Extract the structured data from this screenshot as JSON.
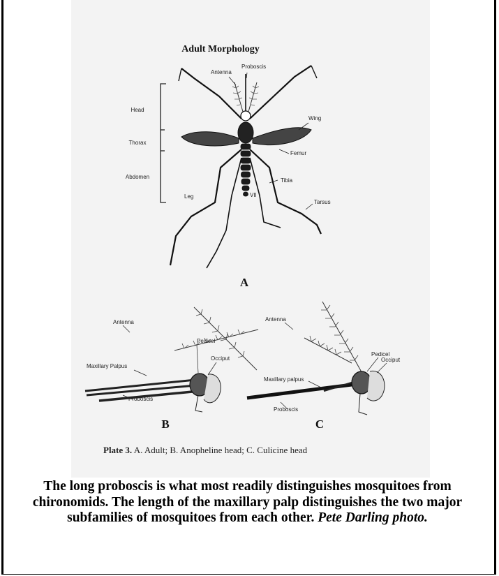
{
  "diagram": {
    "title": "Adult Morphology",
    "adult_labels": {
      "antenna": "Antenna",
      "proboscis": "Proboscis",
      "head": "Head",
      "thorax": "Thorax",
      "abdomen": "Abdomen",
      "wing": "Wing",
      "femur": "Femur",
      "tibia": "Tibia",
      "tarsus": "Tarsus",
      "leg": "Leg",
      "vii": "VII"
    },
    "panel_letters": {
      "a": "A",
      "b": "B",
      "c": "C"
    },
    "head_b_labels": {
      "antenna": "Antenna",
      "pedicel": "Pedicel",
      "occiput": "Occiput",
      "maxillary_palpus": "Maxillary Palpus",
      "proboscis": "Proboscis"
    },
    "head_c_labels": {
      "antenna": "Antenna",
      "pedicel": "Pedicel",
      "occiput": "Occiput",
      "maxillary_palpus": "Maxillary palpus",
      "proboscis": "Proboscis"
    }
  },
  "plate_caption": {
    "label": "Plate 3.",
    "text": "A. Adult; B. Anopheline head; C. Culicine head"
  },
  "caption": {
    "text": "The long proboscis is what most readily distinguishes mosquitoes from chironomids.  The length of the maxillary palp distinguishes the two major subfamilies of mosquitoes from each other.",
    "credit": "Pete Darling photo."
  }
}
